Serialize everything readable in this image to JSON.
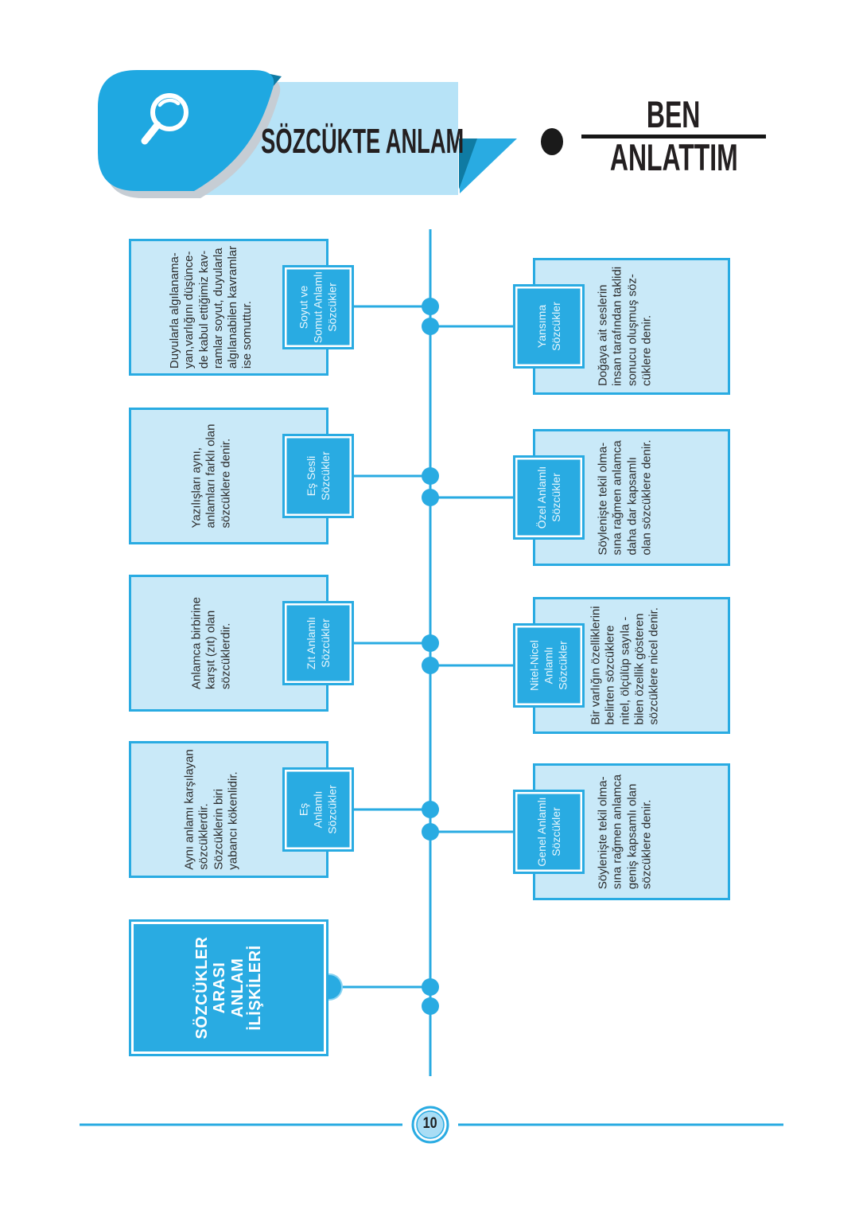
{
  "header": {
    "title": "SÖZCÜKTE ANLAM",
    "icon": "magnifier-icon",
    "badge": {
      "line1": "BEN",
      "line2": "ANLATTIM"
    }
  },
  "colors": {
    "accent": "#29ABE2",
    "light_fill": "#C9E9F8",
    "banner_fill": "#B7E3F7",
    "dark_fold": "#0E7AA4",
    "shadow_gray": "#C6CDD4",
    "text_dark": "#231F20"
  },
  "root": {
    "label": "SÖZCÜKLER\nARASI\nANLAM\nİLİŞKİLERİ"
  },
  "branches": {
    "left": [
      {
        "label": "Soyut ve\nSomut Anlamlı\nSözcükler",
        "desc": "Duyularla algılanama-\nyan,varlığını düşünce-\nde kabul ettiğimiz kav-\nramlar soyut, duyularla\nalgılanabilen kavramlar\nise somuttur."
      },
      {
        "label": "Eş Sesli\nSözcükler",
        "desc": "Yazılışları aynı,\nanlamları farklı olan\nsözcüklere denir."
      },
      {
        "label": "Zıt Anlamlı\nSözcükler",
        "desc": "Anlamca birbirine\nkarşıt (zıt) olan\nsözcüklerdir."
      },
      {
        "label": "Eş\nAnlamlı\nSözcükler",
        "desc": "Aynı anlamı karşılayan\nsözcüklerdir.\nSözcüklerin biri\nyabancı kökenlidir."
      }
    ],
    "right": [
      {
        "label": "Yansıma\nSözcükler",
        "desc": "Doğaya ait seslerin\ninsan tarafından taklidi\nsonucu oluşmuş söz-\ncüklere denir."
      },
      {
        "label": "Özel Anlamlı\nSözcükler",
        "desc": "Söylenişte tekil olma-\nsına rağmen anlamca\ndaha dar kapsamlı\nolan sözcüklere denir."
      },
      {
        "label": "Nitel-Nicel\nAnlamlı\nSözcükler",
        "desc": "Bir varlığın özelliklerini\nbelirten sözcüklere\nnitel, ölçülüp sayıla -\nbilen özellik gösteren\nsözcüklere nicel denir."
      },
      {
        "label": "Genel Anlamlı\nSözcükler",
        "desc": "Söylenişte tekil olma-\nsına rağmen anlamca\ngeniş kapsamlı olan\nsözcüklere denir."
      }
    ]
  },
  "footer": {
    "page_number": "10"
  }
}
